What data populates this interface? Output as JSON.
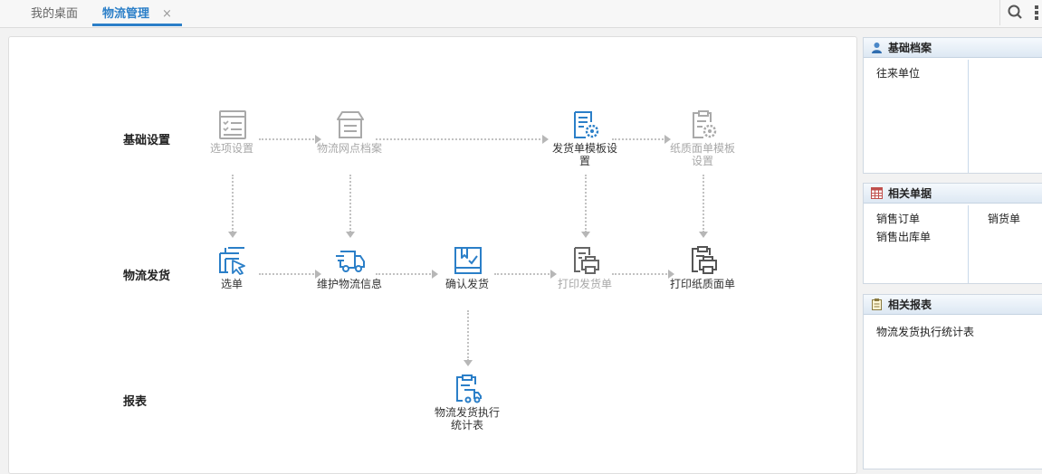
{
  "tabs": {
    "desktop": "我的桌面",
    "active": "物流管理",
    "close": "×"
  },
  "rows": {
    "basic": "基础设置",
    "logistics": "物流发货",
    "report": "报表"
  },
  "nodes": {
    "options": "选项设置",
    "outlets": "物流网点档案",
    "template_l1": "发货单模板设",
    "template_l2": "置",
    "paper_l1": "纸质面单模板",
    "paper_l2": "设置",
    "select": "选单",
    "maintain": "维护物流信息",
    "confirm": "确认发货",
    "print_ship": "打印发货单",
    "print_paper": "打印纸质面单",
    "stat_l1": "物流发货执行",
    "stat_l2": "统计表"
  },
  "sidebar": {
    "basic_archive": {
      "title": "基础档案",
      "items": [
        "往来单位"
      ]
    },
    "related_docs": {
      "title": "相关单据",
      "items": [
        "销售订单",
        "销货单",
        "销售出库单"
      ]
    },
    "related_reports": {
      "title": "相关报表",
      "items": [
        "物流发货执行统计表"
      ]
    }
  },
  "colors": {
    "accent": "#2b7fc8",
    "disabled": "#a8a8a8",
    "connector": "#c2c2c2"
  }
}
